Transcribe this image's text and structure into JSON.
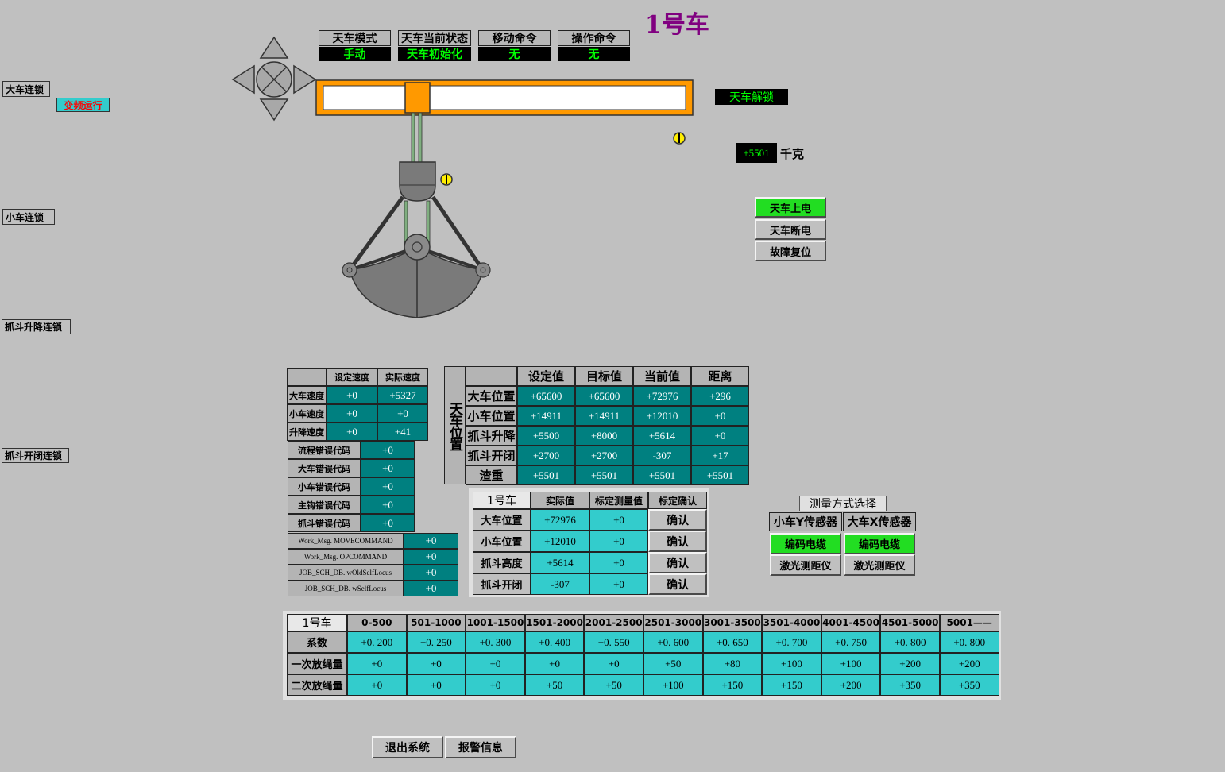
{
  "title": "1号车",
  "left_interlocks": {
    "bridge": "大车连锁",
    "vfd": "变频运行",
    "trolley": "小车连锁",
    "hoist": "抓斗升降连锁",
    "grab": "抓斗开闭连锁"
  },
  "status": [
    {
      "label": "天车模式",
      "value": "手动"
    },
    {
      "label": "天车当前状态",
      "value": "天车初始化"
    },
    {
      "label": "移动命令",
      "value": "无"
    },
    {
      "label": "操作命令",
      "value": "无"
    }
  ],
  "unlock_label": "天车解锁",
  "weight": {
    "value": "+5501",
    "unit": "千克"
  },
  "power": {
    "on": "天车上电",
    "off": "天车断电",
    "reset": "故障复位"
  },
  "speed_table": {
    "headers": [
      "设定速度",
      "实际速度"
    ],
    "rows": [
      {
        "label": "大车速度",
        "set": "+0",
        "actual": "+5327"
      },
      {
        "label": "小车速度",
        "set": "+0",
        "actual": "+0"
      },
      {
        "label": "升降速度",
        "set": "+0",
        "actual": "+41"
      }
    ]
  },
  "error_codes": [
    {
      "label": "流程错误代码",
      "value": "+0"
    },
    {
      "label": "大车错误代码",
      "value": "+0"
    },
    {
      "label": "小车错误代码",
      "value": "+0"
    },
    {
      "label": "主钩错误代码",
      "value": "+0"
    },
    {
      "label": "抓斗错误代码",
      "value": "+0"
    }
  ],
  "msgs": [
    {
      "label": "Work_Msg. MOVECOMMAND",
      "value": "+0"
    },
    {
      "label": "Work_Msg. OPCOMMAND",
      "value": "+0"
    },
    {
      "label": "JOB_SCH_DB. wOldSelfLocus",
      "value": "+0"
    },
    {
      "label": "JOB_SCH_DB. wSelfLocus",
      "value": "+0"
    }
  ],
  "position_table": {
    "side_label": "天车位置",
    "headers": [
      "设定值",
      "目标值",
      "当前值",
      "距离"
    ],
    "rows": [
      {
        "label": "大车位置",
        "values": [
          "+65600",
          "+65600",
          "+72976",
          "+296"
        ]
      },
      {
        "label": "小车位置",
        "values": [
          "+14911",
          "+14911",
          "+12010",
          "+0"
        ]
      },
      {
        "label": "抓斗升降",
        "values": [
          "+5500",
          "+8000",
          "+5614",
          "+0"
        ]
      },
      {
        "label": "抓斗开闭",
        "values": [
          "+2700",
          "+2700",
          "-307",
          "+17"
        ]
      },
      {
        "label": "渣重",
        "values": [
          "+5501",
          "+5501",
          "+5501",
          "+5501"
        ]
      }
    ]
  },
  "calib_table": {
    "corner": "1号车",
    "headers": [
      "实际值",
      "标定测量值",
      "标定确认"
    ],
    "rows": [
      {
        "label": "大车位置",
        "actual": "+72976",
        "measured": "+0",
        "confirm": "确认"
      },
      {
        "label": "小车位置",
        "actual": "+12010",
        "measured": "+0",
        "confirm": "确认"
      },
      {
        "label": "抓斗高度",
        "actual": "+5614",
        "measured": "+0",
        "confirm": "确认"
      },
      {
        "label": "抓斗开闭",
        "actual": "-307",
        "measured": "+0",
        "confirm": "确认"
      }
    ]
  },
  "measure": {
    "title": "测量方式选择",
    "cols": [
      "小车Y传感器",
      "大车X传感器"
    ],
    "encoder": "编码电缆",
    "laser": "激光测距仪"
  },
  "coef_table": {
    "corner": "1号车",
    "ranges": [
      "0-500",
      "501-1000",
      "1001-1500",
      "1501-2000",
      "2001-2500",
      "2501-3000",
      "3001-3500",
      "3501-4000",
      "4001-4500",
      "4501-5000",
      "5001——"
    ],
    "rows": [
      {
        "label": "系数",
        "values": [
          "+0. 200",
          "+0. 250",
          "+0. 300",
          "+0. 400",
          "+0. 550",
          "+0. 600",
          "+0. 650",
          "+0. 700",
          "+0. 750",
          "+0. 800",
          "+0. 800"
        ]
      },
      {
        "label": "一次放绳量",
        "values": [
          "+0",
          "+0",
          "+0",
          "+0",
          "+0",
          "+50",
          "+80",
          "+100",
          "+100",
          "+200",
          "+200"
        ]
      },
      {
        "label": "二次放绳量",
        "values": [
          "+0",
          "+0",
          "+0",
          "+50",
          "+50",
          "+100",
          "+150",
          "+150",
          "+200",
          "+350",
          "+350"
        ]
      }
    ]
  },
  "bottom": {
    "exit": "退出系统",
    "alarm": "报警信息"
  },
  "colors": {
    "teal": "#008080",
    "cyan": "#33cccc",
    "green": "#22dd22",
    "orange": "#ff9900",
    "title": "#800080"
  }
}
